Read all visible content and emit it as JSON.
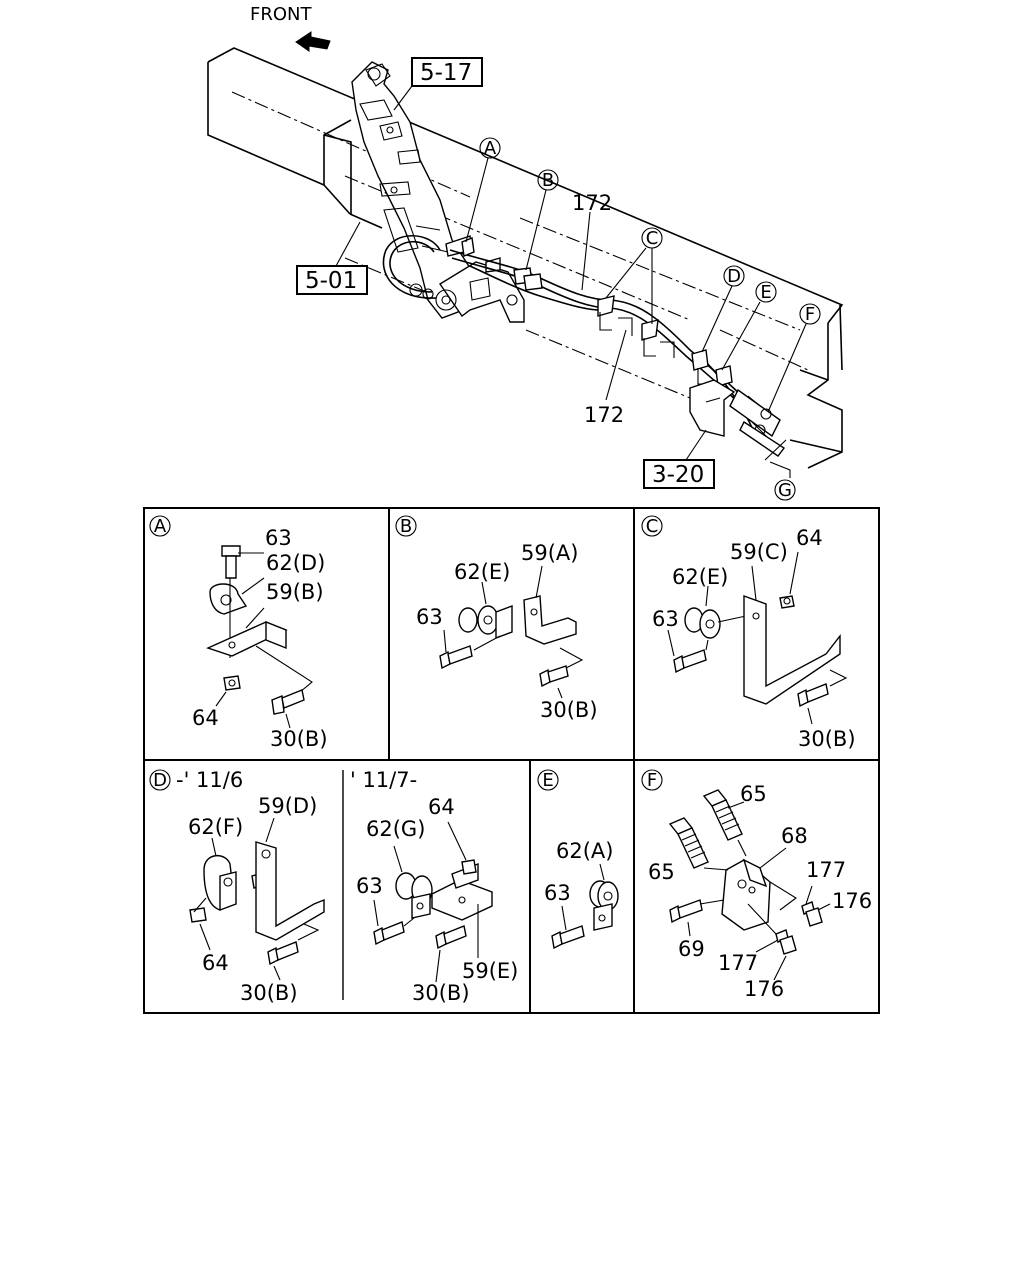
{
  "overview": {
    "front_label": "FRONT",
    "ref_5_17": "5-17",
    "ref_5_01": "5-01",
    "ref_3_20": "3-20",
    "callout_a": "A",
    "callout_b": "B",
    "callout_c": "C",
    "callout_d": "D",
    "callout_e": "E",
    "callout_f": "F",
    "callout_g": "G",
    "pipe_172_top": "172",
    "pipe_172_bottom": "172"
  },
  "panels": {
    "a": {
      "letter": "A",
      "bolt": "63",
      "clip": "62(D)",
      "bracket": "59(B)",
      "nut": "64",
      "bolt_30": "30(B)"
    },
    "b": {
      "letter": "B",
      "bracket": "59(A)",
      "clip": "62(E)",
      "bolt": "63",
      "bolt_30": "30(B)"
    },
    "c": {
      "letter": "C",
      "bracket": "59(C)",
      "nut": "64",
      "clip": "62(E)",
      "bolt": "63",
      "bolt_30": "30(B)"
    },
    "d": {
      "letter": "D",
      "period": "-' 11/6",
      "bracket": "59(D)",
      "clip": "62(F)",
      "nut": "64",
      "bolt_30": "30(B)",
      "alt_period": "' 11/7-",
      "alt_nut": "64",
      "alt_clip": "62(G)",
      "alt_bolt": "63",
      "alt_bracket": "59(E)",
      "alt_bolt_30": "30(B)"
    },
    "e": {
      "letter": "E",
      "clip": "62(A)",
      "bolt": "63"
    },
    "f": {
      "letter": "F",
      "connector_top": "65",
      "bracket": "68",
      "connector_left": "65",
      "seal_upper": "177",
      "nut_upper": "176",
      "bolt": "69",
      "seal_lower": "177",
      "nut_lower": "176"
    }
  }
}
